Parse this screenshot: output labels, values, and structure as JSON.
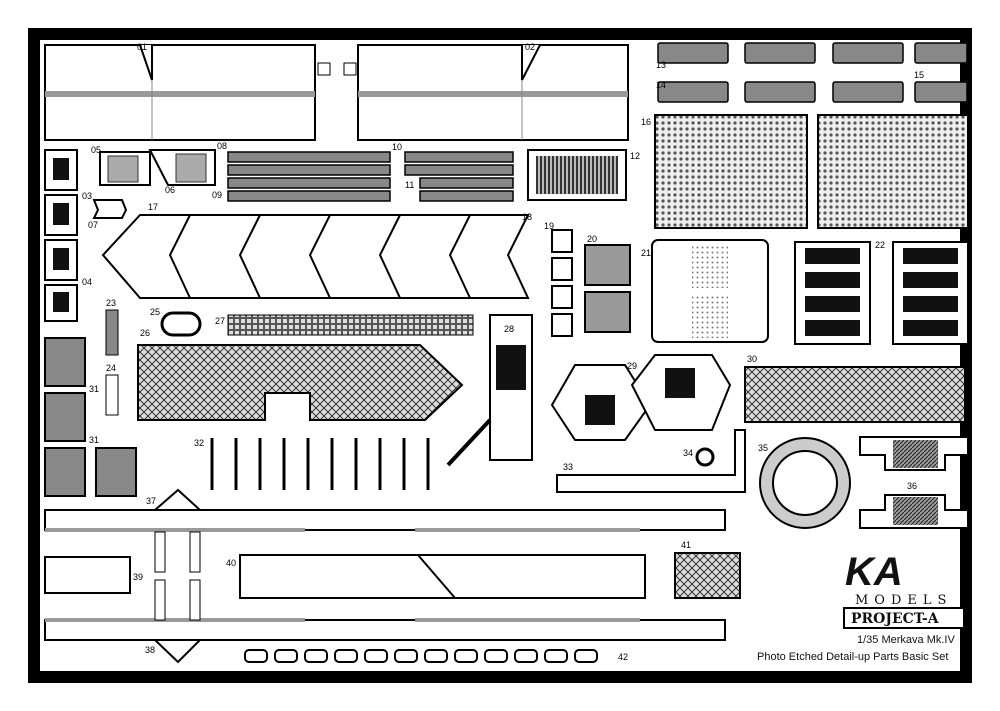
{
  "part_numbers": [
    "01",
    "02",
    "03",
    "04",
    "05",
    "06",
    "07",
    "08",
    "09",
    "10",
    "11",
    "12",
    "13",
    "14",
    "15",
    "16",
    "17",
    "18",
    "19",
    "20",
    "21",
    "22",
    "23",
    "24",
    "25",
    "26",
    "27",
    "28",
    "29",
    "30",
    "31",
    "31",
    "32",
    "33",
    "34",
    "35",
    "36",
    "37",
    "38",
    "39",
    "40",
    "41",
    "42"
  ],
  "branding": {
    "logo": "KA",
    "models": "MODELS",
    "project": "PROJECT-A",
    "caption_line1": "1/35 Merkava Mk.IV",
    "caption_line2": "Photo Etched Detail-up Parts Basic Set"
  },
  "colors": {
    "frame": "#000000",
    "fret": "#ffffff",
    "part_fill": "#f2f2f2",
    "part_grey": "#999999",
    "part_dark": "#222222"
  }
}
